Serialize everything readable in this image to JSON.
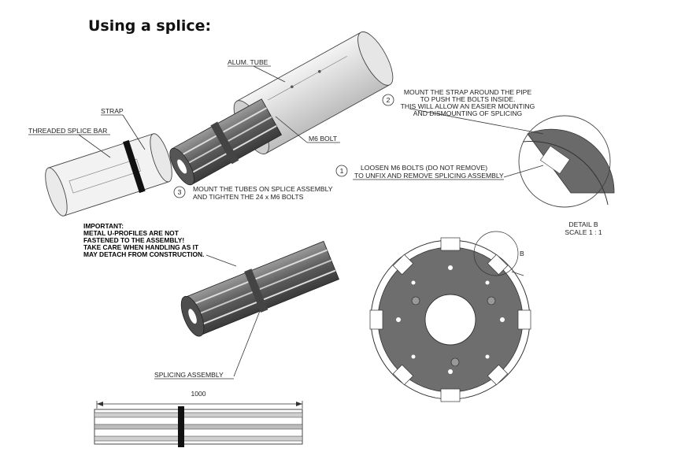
{
  "heading": "Using a splice:",
  "labels": {
    "alum_tube": "ALUM. TUBE",
    "strap": "STRAP",
    "threaded_splice_bar": "THREADED SPLICE BAR",
    "m6_bolt": "M6 BOLT",
    "splicing_assembly": "SPLICING ASSEMBLY",
    "dimension": "1000",
    "detail_title": "DETAIL B",
    "detail_scale": "SCALE 1 : 1",
    "detail_marker": "B"
  },
  "steps": [
    {
      "number": "1",
      "lines": [
        "LOOSEN M6 BOLTS (DO NOT REMOVE)",
        "TO UNFIX AND REMOVE SPLICING ASSEMBLY"
      ]
    },
    {
      "number": "2",
      "lines": [
        "MOUNT THE STRAP AROUND THE PIPE",
        "TO PUSH THE BOLTS INSIDE.",
        "THIS WILL ALLOW AN EASIER MOUNTING",
        "AND DISMOUNTING OF SPLICING"
      ]
    },
    {
      "number": "3",
      "lines": [
        "MOUNT THE TUBES ON SPLICE ASSEMBLY",
        "AND TIGHTEN THE 24 x M6 BOLTS"
      ]
    }
  ],
  "important": [
    "IMPORTANT:",
    "METAL U-PROFILES ARE NOT",
    "FASTENED TO THE ASSEMBLY!",
    "TAKE CARE WHEN HANDLING AS IT",
    "MAY DETACH FROM CONSTRUCTION."
  ]
}
